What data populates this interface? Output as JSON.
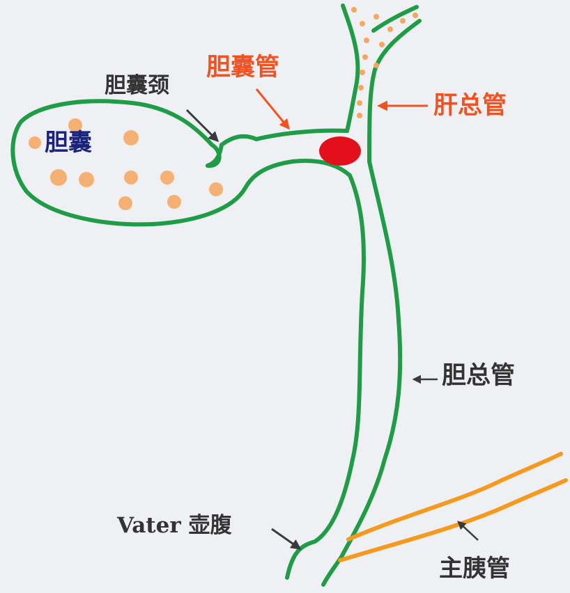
{
  "labels": {
    "gallbladder": "胆囊",
    "gallbladder_neck": "胆囊颈",
    "cystic_duct": "胆囊管",
    "common_hepatic_duct": "肝总管",
    "common_bile_duct": "胆总管",
    "vater_ampulla": "Vater 壶腹",
    "main_pancreatic_duct": "主胰管"
  },
  "colors": {
    "background": "#eef0f4",
    "duct_wall": "#1f9c46",
    "pancreatic_duct": "#f59a1e",
    "stone": "#e3101c",
    "stone_dots": "#f6a75d",
    "label_dark": "#333333",
    "label_accent": "#f4511e",
    "label_blue": "#1a237e",
    "arrow_dark": "#3a3a3a",
    "arrow_accent": "#f4511e"
  },
  "icons": {
    "stone": "red-oval-stone",
    "arrows": "pointer-arrow"
  }
}
